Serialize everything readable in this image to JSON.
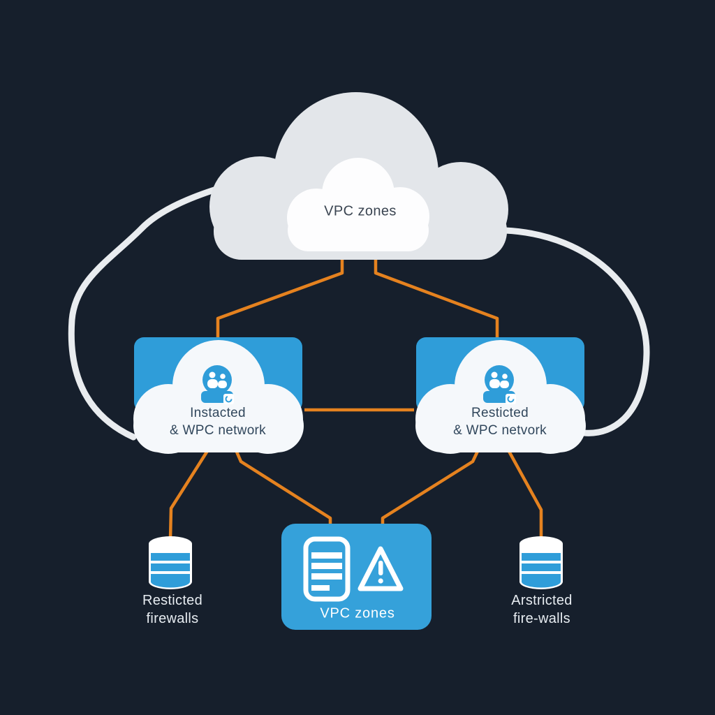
{
  "diagram": {
    "top_cloud": {
      "label": "VPC zones",
      "icon": "cloud-icon"
    },
    "left_network_box": {
      "label_line1": "Instacted",
      "label_line2": "& WPC network",
      "icon": "team-sync-icon"
    },
    "right_network_box": {
      "label_line1": "Resticted",
      "label_line2": "& WPC netvork",
      "icon": "team-sync-icon"
    },
    "center_zone_box": {
      "label": "VPC zones",
      "icons": [
        "server-icon",
        "warning-triangle-icon"
      ]
    },
    "left_firewall_db": {
      "label_line1": "Resticted",
      "label_line2": "firewalls",
      "icon": "database-icon"
    },
    "right_firewall_db": {
      "label_line1": "Arstricted",
      "label_line2": "fire-walls",
      "icon": "database-icon"
    },
    "connections": [
      {
        "from": "top-cloud",
        "to": "left-network-box",
        "style": "orange-elbow"
      },
      {
        "from": "top-cloud",
        "to": "right-network-box",
        "style": "orange-elbow"
      },
      {
        "from": "left-network-box",
        "to": "right-network-box",
        "style": "orange-straight"
      },
      {
        "from": "left-network-box",
        "to": "left-firewall-db",
        "style": "orange-elbow"
      },
      {
        "from": "left-network-box",
        "to": "center-zone-box",
        "style": "orange-elbow"
      },
      {
        "from": "right-network-box",
        "to": "center-zone-box",
        "style": "orange-elbow"
      },
      {
        "from": "right-network-box",
        "to": "right-firewall-db",
        "style": "orange-elbow"
      },
      {
        "from": "top-cloud",
        "to": "left-network-box",
        "style": "white-curve"
      },
      {
        "from": "top-cloud",
        "to": "right-network-box",
        "style": "white-curve"
      }
    ]
  },
  "colors": {
    "background": "#161f2c",
    "accent_blue": "#2f9dd9",
    "center_box_blue": "#35a1da",
    "connector_orange": "#e5821f",
    "cloud_gray": "#e3e6ea",
    "cloud_inner_white": "#fdfdfe",
    "box_cloud_white": "#f5f8fb",
    "curve_white": "#e9ecef",
    "text_dark": "#31475c",
    "text_light": "#e7ecf1",
    "icon_white": "#ffffff"
  }
}
